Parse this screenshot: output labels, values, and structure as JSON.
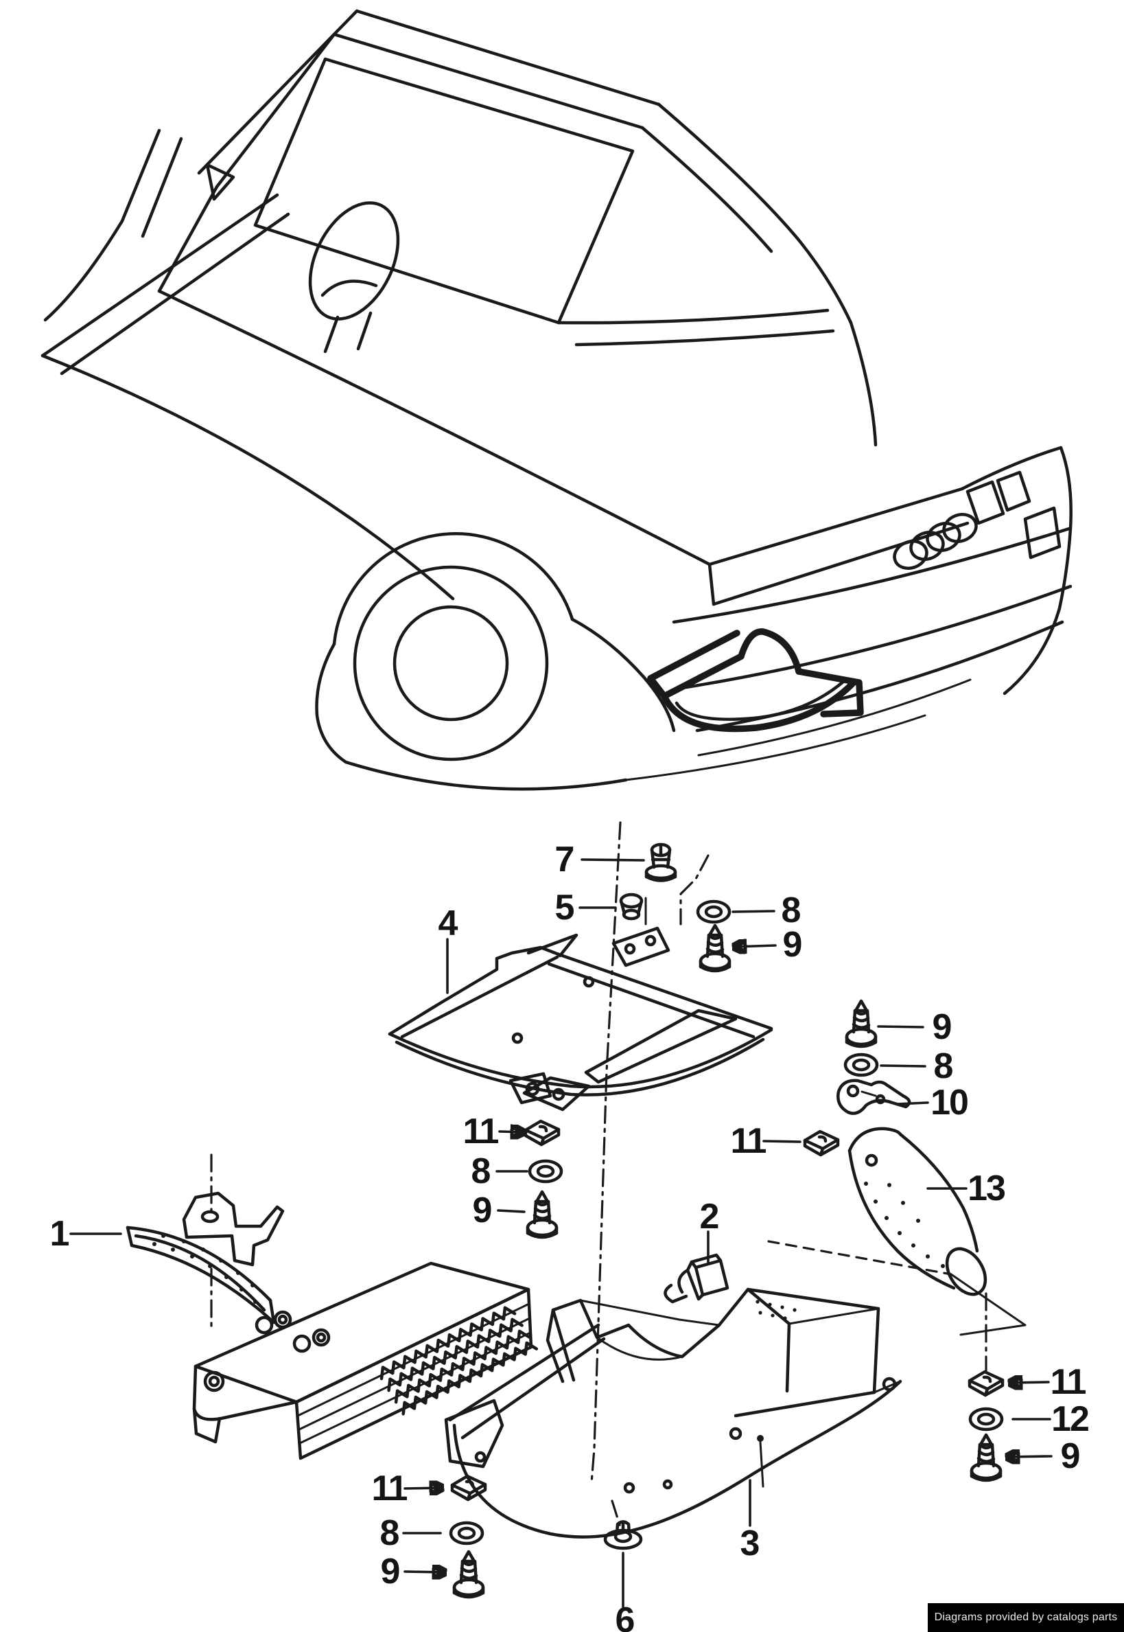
{
  "colors": {
    "paper": "#ffffff",
    "ink": "#1a1a1a",
    "footer_bg": "#000000",
    "footer_fg": "#ebebeb"
  },
  "footer": {
    "text": "Diagrams provided by catalogs parts"
  },
  "diagram": {
    "type": "exploded-parts-diagram",
    "scene": "front section of car with air guide and noise insulation parts exploded below",
    "callouts": [
      {
        "label": "7"
      },
      {
        "label": "5"
      },
      {
        "label": "4"
      },
      {
        "label": "8"
      },
      {
        "label": "9"
      },
      {
        "label": "9"
      },
      {
        "label": "8"
      },
      {
        "label": "10"
      },
      {
        "label": "11"
      },
      {
        "label": "8"
      },
      {
        "label": "9"
      },
      {
        "label": "11"
      },
      {
        "label": "13"
      },
      {
        "label": "1"
      },
      {
        "label": "2"
      },
      {
        "label": "11"
      },
      {
        "label": "12"
      },
      {
        "label": "9"
      },
      {
        "label": "11"
      },
      {
        "label": "8"
      },
      {
        "label": "9"
      },
      {
        "label": "3"
      },
      {
        "label": "6"
      }
    ]
  }
}
